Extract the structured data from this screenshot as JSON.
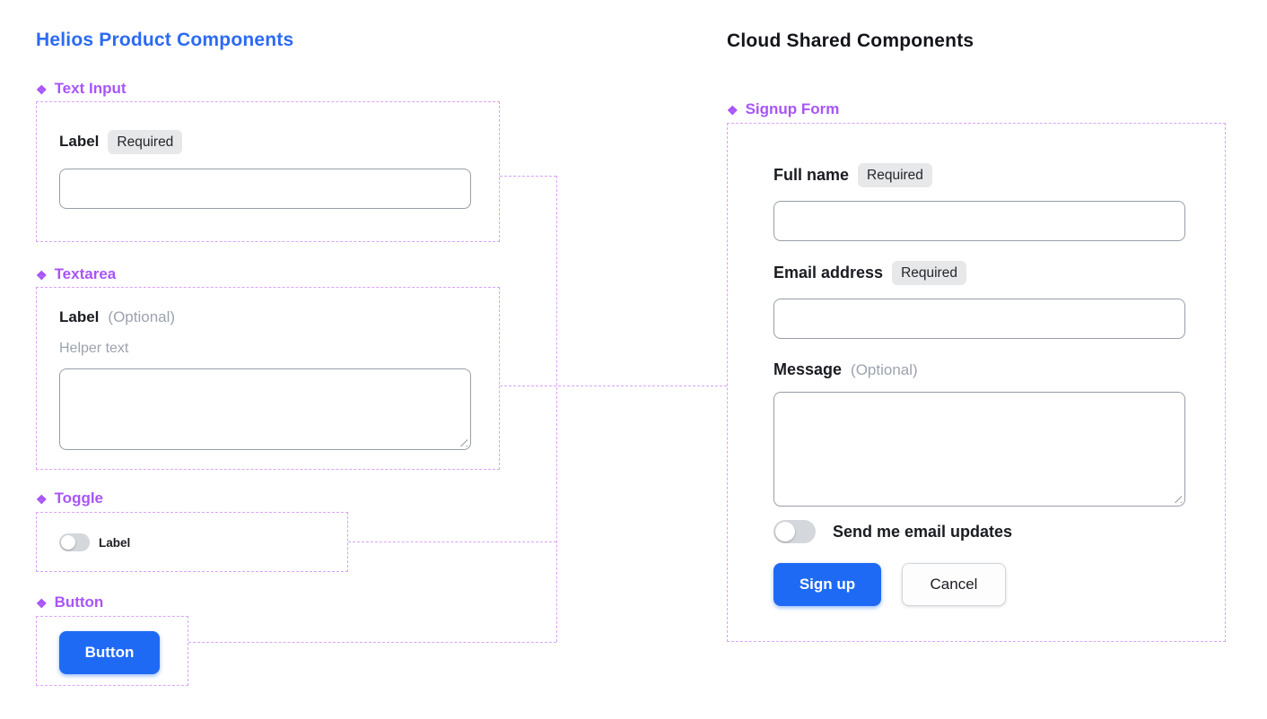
{
  "icons": {
    "component_diamond": "❖"
  },
  "colors": {
    "heading_blue": "#2b6af3",
    "section_purple": "#a855f7",
    "connector_purple": "#d9a3f9",
    "primary_button_blue": "#1f6af5",
    "badge_gray": "#e7e8ea"
  },
  "left": {
    "title": "Helios Product Components",
    "text_input": {
      "section": "Text Input",
      "label": "Label",
      "badge": "Required",
      "value": ""
    },
    "textarea": {
      "section": "Textarea",
      "label": "Label",
      "optional": "(Optional)",
      "helper": "Helper text",
      "value": ""
    },
    "toggle": {
      "section": "Toggle",
      "label": "Label",
      "state": "off"
    },
    "button": {
      "section": "Button",
      "label": "Button"
    }
  },
  "right": {
    "title": "Cloud Shared Components",
    "signup": {
      "section": "Signup Form",
      "full_name_label": "Full name",
      "full_name_badge": "Required",
      "full_name_value": "",
      "email_label": "Email address",
      "email_badge": "Required",
      "email_value": "",
      "message_label": "Message",
      "message_optional": "(Optional)",
      "message_value": "",
      "updates_toggle_label": "Send me email updates",
      "updates_toggle_state": "off",
      "signup_button": "Sign up",
      "cancel_button": "Cancel"
    }
  }
}
